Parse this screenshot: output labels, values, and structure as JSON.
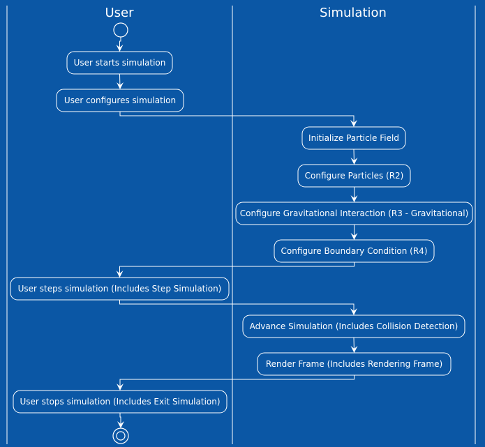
{
  "diagram": {
    "swimlanes": [
      {
        "id": "user",
        "title": "User"
      },
      {
        "id": "simulation",
        "title": "Simulation"
      }
    ],
    "nodes": [
      {
        "id": "start",
        "kind": "start",
        "lane": "user"
      },
      {
        "id": "n1",
        "kind": "action",
        "lane": "user",
        "label": "User starts simulation"
      },
      {
        "id": "n2",
        "kind": "action",
        "lane": "user",
        "label": "User configures simulation"
      },
      {
        "id": "n3",
        "kind": "action",
        "lane": "simulation",
        "label": "Initialize Particle Field"
      },
      {
        "id": "n4",
        "kind": "action",
        "lane": "simulation",
        "label": "Configure Particles (R2)"
      },
      {
        "id": "n5",
        "kind": "action",
        "lane": "simulation",
        "label": "Configure Gravitational Interaction (R3 - Gravitational)"
      },
      {
        "id": "n6",
        "kind": "action",
        "lane": "simulation",
        "label": "Configure Boundary Condition (R4)"
      },
      {
        "id": "n7",
        "kind": "action",
        "lane": "user",
        "label": "User steps simulation (Includes Step Simulation)"
      },
      {
        "id": "n8",
        "kind": "action",
        "lane": "simulation",
        "label": "Advance Simulation (Includes Collision Detection)"
      },
      {
        "id": "n9",
        "kind": "action",
        "lane": "simulation",
        "label": "Render Frame (Includes Rendering Frame)"
      },
      {
        "id": "n10",
        "kind": "action",
        "lane": "user",
        "label": "User stops simulation (Includes Exit Simulation)"
      },
      {
        "id": "end",
        "kind": "end",
        "lane": "user"
      }
    ],
    "edges": [
      [
        "start",
        "n1"
      ],
      [
        "n1",
        "n2"
      ],
      [
        "n2",
        "n3"
      ],
      [
        "n3",
        "n4"
      ],
      [
        "n4",
        "n5"
      ],
      [
        "n5",
        "n6"
      ],
      [
        "n6",
        "n7"
      ],
      [
        "n7",
        "n8"
      ],
      [
        "n8",
        "n9"
      ],
      [
        "n9",
        "n10"
      ],
      [
        "n10",
        "end"
      ]
    ],
    "colors": {
      "background": "#0b57a5",
      "stroke": "#ffffff",
      "text": "#ffffff"
    }
  }
}
